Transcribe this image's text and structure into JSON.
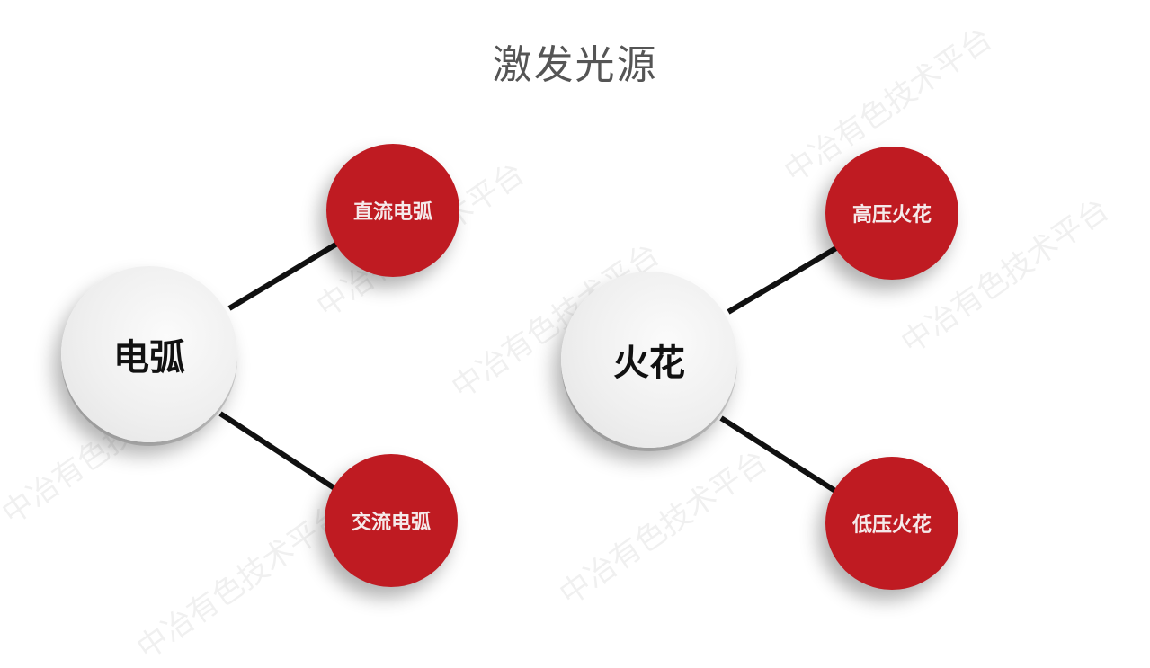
{
  "title": "激发光源",
  "colors": {
    "leaf": "#bf1b22",
    "hub": "#efefef",
    "connector": "#111111",
    "title": "#555555"
  },
  "groups": [
    {
      "hub": "电弧",
      "children": [
        "直流电弧",
        "交流电弧"
      ]
    },
    {
      "hub": "火花",
      "children": [
        "高压火花",
        "低压火花"
      ]
    }
  ],
  "watermark": "中冶有色技术平台"
}
